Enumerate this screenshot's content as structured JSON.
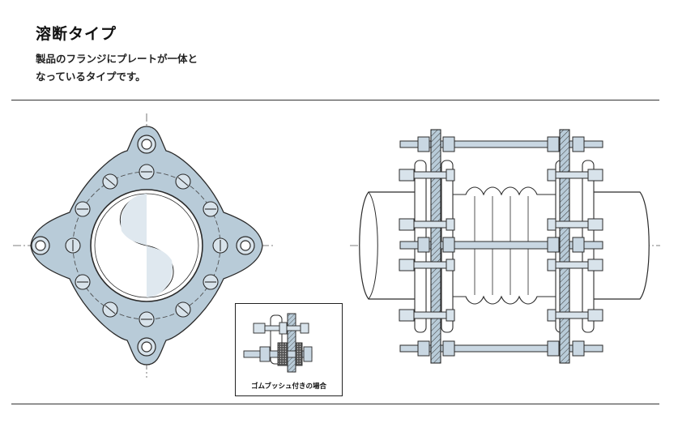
{
  "header": {
    "title": "溶断タイプ",
    "description_line1": "製品のフランジにプレートが一体と",
    "description_line2": "なっているタイプです。"
  },
  "inset": {
    "caption": "ゴムブッシュ付きの場合"
  },
  "colors": {
    "flange_fill": "#b8cbd8",
    "outline": "#2b2b2b",
    "pipe_fill": "#ffffff",
    "rod_fill": "#c9d7e2"
  }
}
